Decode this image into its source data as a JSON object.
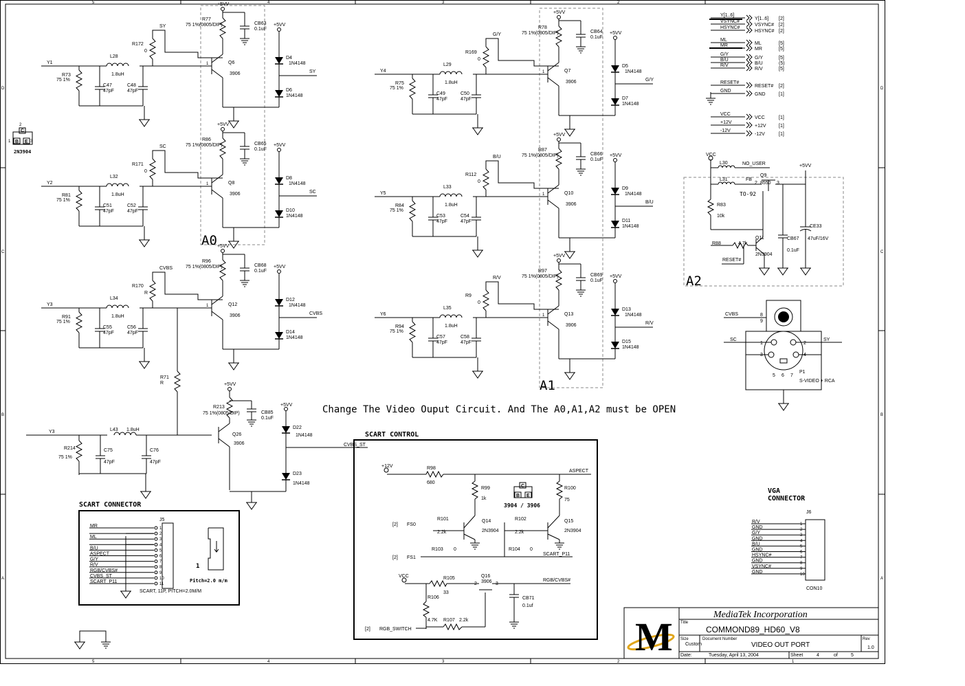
{
  "border": {
    "cols_top": [
      "5",
      "4",
      "3",
      "2"
    ],
    "cols_bottom": [
      "5",
      "4",
      "3",
      "2",
      "1"
    ],
    "rows": [
      "D",
      "C",
      "B",
      "A"
    ]
  },
  "note": "Change The Video Ouput Circuit. And The A0,A1,A2 must be OPEN",
  "regions": {
    "a0": "A0",
    "a1": "A1",
    "a2": "A2"
  },
  "blocks": {
    "scart_control": "SCART CONTROL",
    "scart_connector": "SCART CONNECTOR",
    "vga_connector_1": "VGA",
    "vga_connector_2": "CONNECTOR"
  },
  "transistor_symbol": {
    "pin1": "1",
    "pin2": "2",
    "pin3": "3",
    "name": "2N3904",
    "pins": [
      "B",
      "E",
      "C"
    ]
  },
  "channel_y1": {
    "input": "Y1",
    "r_term": "R73",
    "r_term_val": "75 1%",
    "ind": "L28",
    "ind_val": "1.8uH",
    "c1": "C47",
    "c1_val": "47pF",
    "c2": "C48",
    "c2_val": "47pF",
    "r_ser": "R172",
    "r_ser_val": "0",
    "net": "SY",
    "r_bias": "R77",
    "r_bias_val": "75 1%(0805/DIP)",
    "cap": "CB63",
    "cap_val": "0.1uF",
    "q": "Q6",
    "q_val": "3906",
    "d1": "D4",
    "d2": "D6",
    "d_val": "1N4148",
    "vcc": "+5VV",
    "out": "SY"
  },
  "channel_y2": {
    "input": "Y2",
    "r_term": "R81",
    "r_term_val": "75 1%",
    "ind": "L32",
    "ind_val": "1.8uH",
    "c1": "C51",
    "c1_val": "47pF",
    "c2": "C52",
    "c2_val": "47pF",
    "r_ser": "R171",
    "r_ser_val": "0",
    "net": "SC",
    "r_bias": "R86",
    "r_bias_val": "75 1%(0805/DIP)",
    "cap": "CB65",
    "cap_val": "0.1uF",
    "q": "Q8",
    "q_val": "3906",
    "d1": "D8",
    "d2": "D10",
    "d_val": "1N4148",
    "vcc": "+5VV",
    "out": "SC"
  },
  "channel_y3": {
    "input": "Y3",
    "r_term": "R91",
    "r_term_val": "75 1%",
    "ind": "L34",
    "ind_val": "1.8uH",
    "c1": "C55",
    "c1_val": "47pF",
    "c2": "C56",
    "c2_val": "47pF",
    "r_ser": "R170",
    "r_ser_val": "R",
    "net": "CVBS",
    "r_bias": "R96",
    "r_bias_val": "75 1%(0805/DIP)",
    "cap": "CB68",
    "cap_val": "0.1uF",
    "q": "Q12",
    "q_val": "3906",
    "d1": "D12",
    "d2": "D14",
    "d_val": "1N4148",
    "vcc": "+5VV",
    "out": "CVBS"
  },
  "channel_y3b": {
    "input": "Y3",
    "r_term": "R214",
    "r_term_val": "75 1%",
    "ind": "L43",
    "ind_val": "1.8uH",
    "c1": "C75",
    "c1_val": "47pF",
    "c2": "C76",
    "c2_val": "47pF",
    "r71": "R71",
    "r71_val": "R",
    "r_bias": "R213",
    "r_bias_val": "75 1%(0805/DIP)",
    "cap": "CB85",
    "cap_val": "0.1uF",
    "q": "Q26",
    "q_val": "3906",
    "d1": "D22",
    "d2": "D23",
    "d_val": "1N4148",
    "vcc": "+5VV",
    "out": "CVBS_ST"
  },
  "channel_y4": {
    "input": "Y4",
    "r_term": "R75",
    "r_term_val": "75 1%",
    "ind": "L29",
    "ind_val": "1.8uH",
    "c1": "C49",
    "c1_val": "47pF",
    "c2": "C50",
    "c2_val": "47pF",
    "r_ser": "R169",
    "r_ser_val": "0",
    "net": "G/Y",
    "r_bias": "R78",
    "r_bias_val": "75 1%(0805/DIP)",
    "cap": "CB64",
    "cap_val": "0.1uF",
    "q": "Q7",
    "q_val": "3906",
    "d1": "D5",
    "d2": "D7",
    "d_val": "1N4148",
    "vcc": "+5VV",
    "out": "G/Y"
  },
  "channel_y5": {
    "input": "Y5",
    "r_term": "R84",
    "r_term_val": "75 1%",
    "ind": "L33",
    "ind_val": "1.8uH",
    "c1": "C53",
    "c1_val": "47pF",
    "c2": "C54",
    "c2_val": "47pF",
    "r_ser": "R112",
    "r_ser_val": "0",
    "net": "B/U",
    "r_bias": "R87",
    "r_bias_val": "75 1%(0805/DIP)",
    "cap": "CB66",
    "cap_val": "0.1uF",
    "q": "Q10",
    "q_val": "3906",
    "d1": "D9",
    "d2": "D11",
    "d_val": "1N4148",
    "vcc": "+5VV",
    "out": "B/U"
  },
  "channel_y6": {
    "input": "Y6",
    "r_term": "R94",
    "r_term_val": "75 1%",
    "ind": "L35",
    "ind_val": "1.8uH",
    "c1": "C57",
    "c1_val": "47pF",
    "c2": "C58",
    "c2_val": "47pF",
    "r_ser": "R9",
    "r_ser_val": "0",
    "net": "R/V",
    "r_bias": "R97",
    "r_bias_val": "75 1%(0805/DIP)",
    "cap": "CB69",
    "cap_val": "0.1uF",
    "q": "Q13",
    "q_val": "3906",
    "d1": "D13",
    "d2": "D15",
    "d_val": "1N4148",
    "vcc": "+5VV",
    "out": "R/V"
  },
  "ports": [
    {
      "net": "Y[1..6]",
      "label": "Y[1..6]",
      "ref": "[2]"
    },
    {
      "net": "VSYNC#",
      "label": "VSYNC#",
      "ref": "[2]"
    },
    {
      "net": "HSYNC#",
      "label": "HSYNC#",
      "ref": "[2]"
    },
    {
      "net": "ML",
      "label": "ML",
      "ref": "[5]"
    },
    {
      "net": "MR",
      "label": "MR",
      "ref": "[5]"
    },
    {
      "net": "G/Y",
      "label": "G/Y",
      "ref": "[5]"
    },
    {
      "net": "B/U",
      "label": "B/U",
      "ref": "(5)"
    },
    {
      "net": "R/V",
      "label": "R/V",
      "ref": "[5]"
    },
    {
      "net": "RESET#",
      "label": "RESET#",
      "ref": "[2]"
    },
    {
      "net": "GND",
      "label": "GND",
      "ref": "[1]"
    },
    {
      "net": "VCC",
      "label": "VCC",
      "ref": "[1]"
    },
    {
      "net": "+12V",
      "label": "+12V",
      "ref": "[1]"
    },
    {
      "net": "-12V",
      "label": "-12V",
      "ref": "[1]"
    }
  ],
  "a2_circuit": {
    "vcc": "VCC",
    "l30": "L30",
    "no_user": "NO_USER",
    "l31": "L31",
    "fb": "FB",
    "q9": "Q9",
    "q9_val": "8550",
    "pkg": "TO-92",
    "p2": "2",
    "p3": "3",
    "r83": "R83",
    "r83_val": "10k",
    "r88": "R88",
    "r88_val": "4.7k",
    "q11": "Q11",
    "q11_val": "2N3904",
    "reset": "RESET#",
    "cb67": "CB67",
    "cb67_val": "0.1uF",
    "ce33": "CE33",
    "ce33_val": "47uF/16V",
    "v5": "+5VV"
  },
  "svideo": {
    "cvbs": "CVBS",
    "sc": "SC",
    "sy": "SY",
    "pins": [
      "8",
      "9",
      "1",
      "2",
      "3",
      "4",
      "5",
      "6",
      "7"
    ],
    "ref": "P1",
    "name": "S-VIDEO + RCA"
  },
  "scart_ctrl": {
    "v12": "+12V",
    "r98": "R98",
    "r98_val": "680",
    "aspect": "ASPECT",
    "r99": "R99",
    "r99_val": "1k",
    "r100": "R100",
    "r100_val": "75",
    "pkg": "3904 / 3906",
    "pkg_pins": [
      "C",
      "B",
      "E"
    ],
    "fs0_ref": "[2]",
    "fs0": "FS0",
    "r101": "R101",
    "r101_val": "2.2k",
    "q14": "Q14",
    "q14_val": "2N3904",
    "r102": "R102",
    "r102_val": "2.2k",
    "q15": "Q15",
    "q15_val": "2N3904",
    "fs1_ref": "[2]",
    "fs1": "FS1",
    "r103": "R103",
    "r103_val": "0",
    "r104": "R104",
    "r104_val": "0",
    "scart_p11": "SCART_P11",
    "vcc": "VCC",
    "r105": "R105",
    "r105_val": "33",
    "q16": "Q16",
    "q16_val": "3906",
    "q16_p2": "2",
    "q16_p3": "3",
    "rgbcvbs": "RGB/CVBS#",
    "cb71": "CB71",
    "cb71_val": "0.1uf",
    "r106": "R106",
    "r106_val": "4.7K",
    "r107": "R107",
    "r107_val": "2.2k",
    "sw_ref": "[2]",
    "sw": "RGB_SWITCH"
  },
  "scart_conn": {
    "j5": "J5",
    "signals": [
      "MR",
      "",
      "ML",
      "",
      "B/U",
      "ASPECT",
      "G/Y",
      "R/V",
      "RGB/CVBS#",
      "CVBS_ST",
      "SCART_P11"
    ],
    "pins": [
      "1",
      "2",
      "3",
      "4",
      "5",
      "6",
      "7",
      "8",
      "9",
      "10",
      "11"
    ],
    "desc": "SCART, 11P, PITCH=2.0M/M",
    "pitch": "Pitch=2.0 m/m",
    "one": "1"
  },
  "vga": {
    "j6": "J6",
    "signals": [
      "R/V",
      "GND",
      "G/Y",
      "GND",
      "B/U",
      "GND",
      "HSYNC#",
      "GND",
      "VSYNC#",
      "GND"
    ],
    "pins": [
      "1",
      "2",
      "3",
      "4",
      "5",
      "6",
      "7",
      "8",
      "9",
      "10"
    ],
    "name": "CON10"
  },
  "title_block": {
    "company": "MediaTek  Incorporation",
    "title_label": "Title",
    "title": "COMMOND89_HD60_V8",
    "size_label": "Size",
    "size": "Custom",
    "docnum_label": "Document Number",
    "docnum": "VIDEO OUT PORT",
    "rev_label": "Rev",
    "rev": "1.0",
    "date_label": "Date:",
    "date": "Tuesday, April 13, 2004",
    "sheet_label": "Sheet",
    "sheet": "4",
    "of_label": "of",
    "of": "5",
    "logo_letter": "M"
  },
  "colors": {
    "line": "#000000",
    "region": "#888888",
    "logo_blue": "#1f3c9c",
    "logo_gold": "#e0a51a"
  }
}
